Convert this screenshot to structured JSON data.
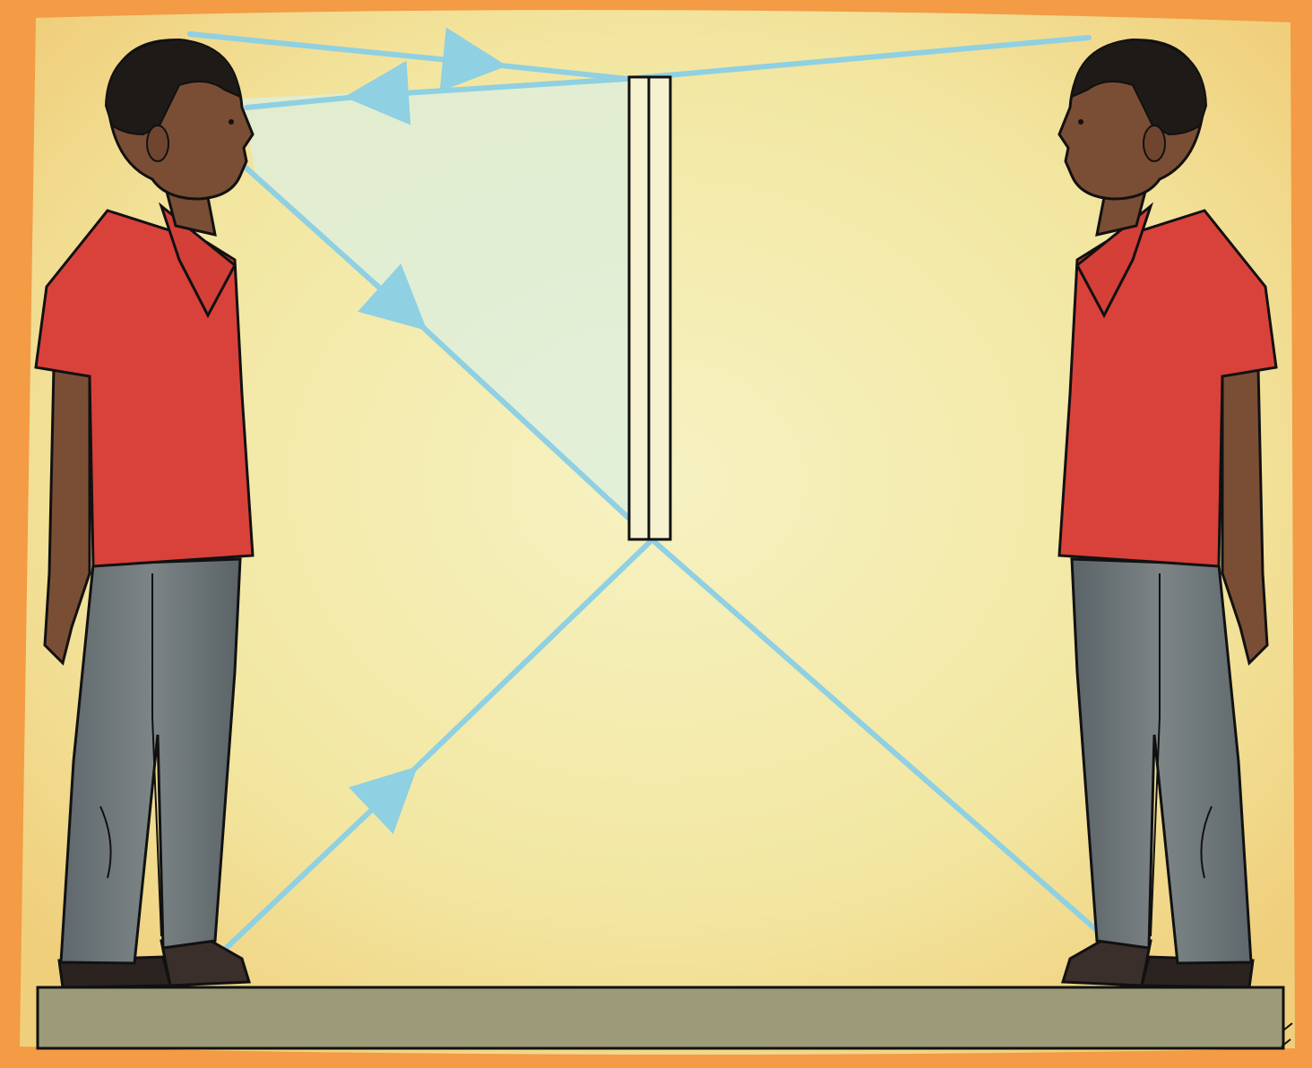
{
  "scene": {
    "subject": "plane-mirror-full-length-diagram",
    "figures": [
      {
        "role": "person",
        "facing": "right"
      },
      {
        "role": "mirror-image",
        "facing": "left"
      }
    ],
    "mirror": {
      "orientation": "vertical",
      "style": "double-line outline"
    },
    "rays": [
      {
        "name": "top-ray",
        "direction": "to-eye"
      },
      {
        "name": "bottom-ray",
        "direction": "to-eye"
      }
    ]
  },
  "colors": {
    "border_orange": "#f39b45",
    "panel_yellow": "#f3eaa6",
    "panel_glow": "#eef0c8",
    "mirror_zone": "#d9ecd6",
    "ray_blue": "#8fd0e2",
    "shirt_red": "#d9423a",
    "pants_gray": "#6f7778",
    "skin": "#7a4e35",
    "hair": "#1e1a18",
    "shoe": "#2b2320",
    "floor": "#9c9a78",
    "outline": "#111111"
  }
}
